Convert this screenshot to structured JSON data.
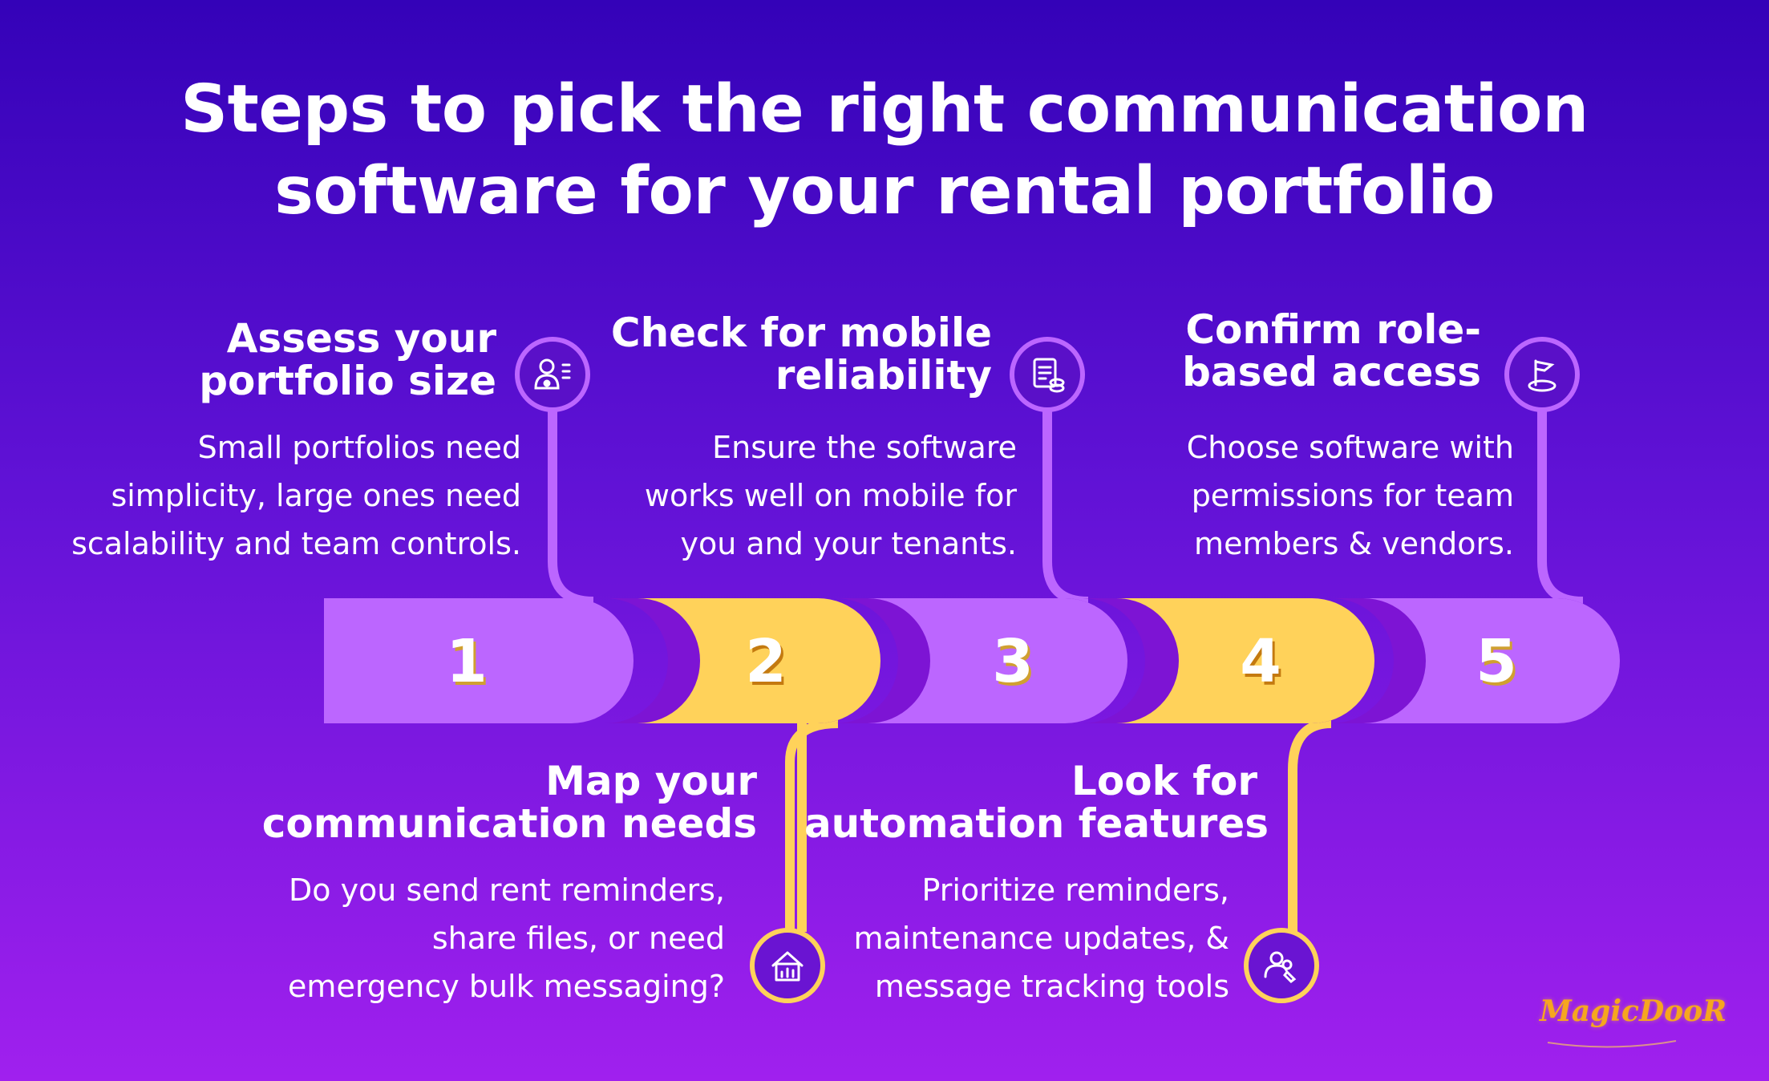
{
  "title": {
    "line1": "Steps to pick the right communication",
    "line2": "software for your rental portfolio"
  },
  "colors": {
    "background_top": "#3402b8",
    "background_bottom": "#a020ee",
    "segment_purple": "#bc66ff",
    "segment_yellow": "#ffd25a",
    "connector_purple": "#bc66ff",
    "connector_yellow": "#ffd25a"
  },
  "steps": [
    {
      "number": "1",
      "title_line1": "Assess your",
      "title_line2": "portfolio size",
      "desc_line1": "Small portfolios need",
      "desc_line2": "simplicity, large ones need",
      "desc_line3": "scalability and team controls.",
      "icon": "user-list-icon"
    },
    {
      "number": "2",
      "title_line1": "Map your",
      "title_line2": "communication needs",
      "desc_line1": "Do you send rent reminders,",
      "desc_line2": "share files, or need",
      "desc_line3": "emergency bulk messaging?",
      "icon": "house-chart-icon"
    },
    {
      "number": "3",
      "title_line1": "Check for mobile",
      "title_line2": "reliability",
      "desc_line1": "Ensure the software",
      "desc_line2": "works well on mobile for",
      "desc_line3": "you and your tenants.",
      "icon": "document-coins-icon"
    },
    {
      "number": "4",
      "title_line1": "Look for",
      "title_line2": "automation features",
      "desc_line1": "Prioritize reminders,",
      "desc_line2": "maintenance updates, &",
      "desc_line3": "message tracking tools",
      "icon": "team-edit-icon"
    },
    {
      "number": "5",
      "title_line1": "Confirm role-",
      "title_line2": "based access",
      "desc_line1": "Choose software with",
      "desc_line2": "permissions for team",
      "desc_line3": "members & vendors.",
      "icon": "flag-target-icon"
    }
  ],
  "logo": {
    "text": "MagicDooR"
  }
}
